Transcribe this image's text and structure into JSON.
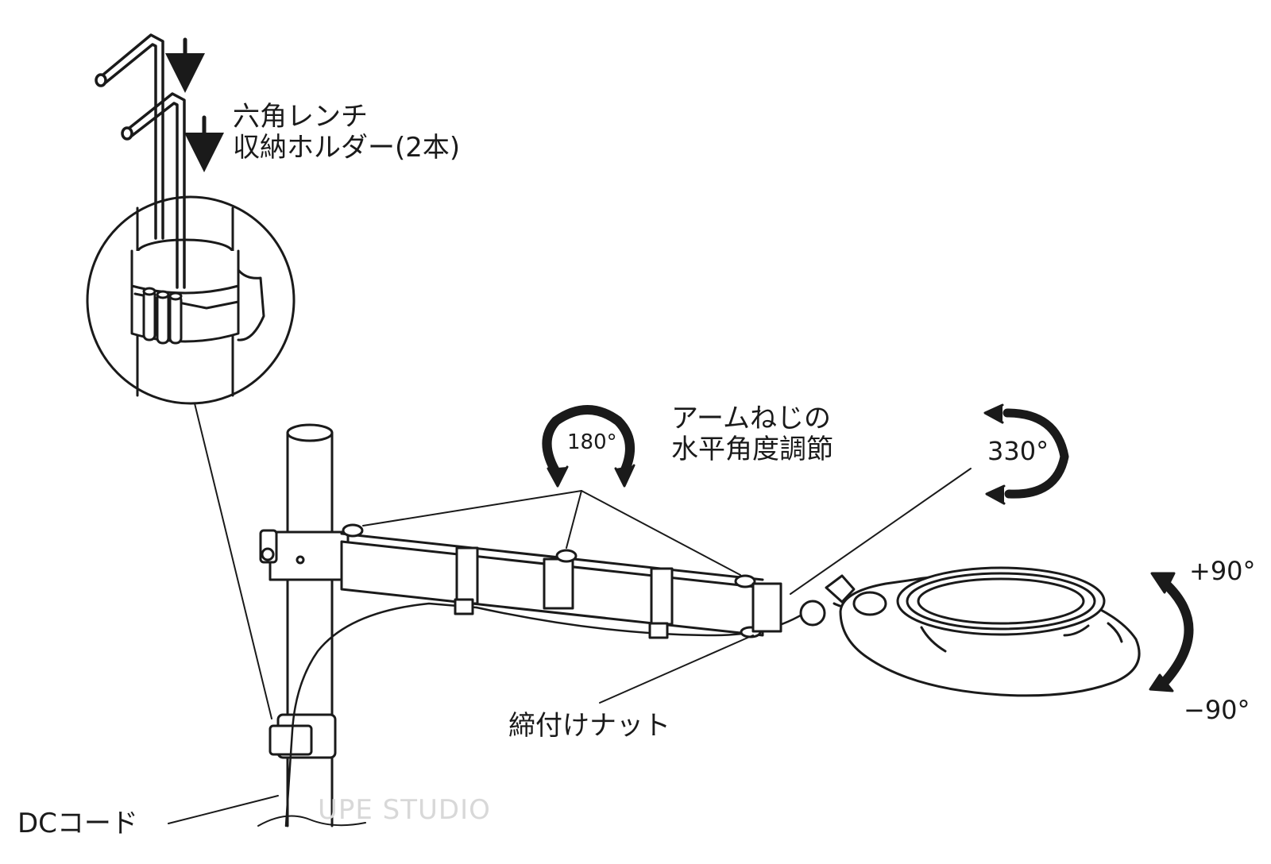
{
  "labels": {
    "wrench_holder_line1": "六角レンチ",
    "wrench_holder_line2": "収納ホルダー(2本)",
    "arm_screw_line1": "アームねじの",
    "arm_screw_line2": "水平角度調節",
    "tightening_nut": "締付けナット",
    "dc_cord": "DCコード"
  },
  "angles": {
    "horizontal": "180°",
    "rotation": "330°",
    "tilt_up": "+90°",
    "tilt_down": "−90°"
  },
  "watermark": "UPE STUDIO",
  "colors": {
    "line": "#1a1a1a",
    "fill": "#ffffff",
    "shade": "#e6e6e6"
  },
  "icons": [
    "hex-wrench-icon",
    "down-arrow-icon",
    "rotate-arrow-icon",
    "tilt-arrow-icon"
  ]
}
